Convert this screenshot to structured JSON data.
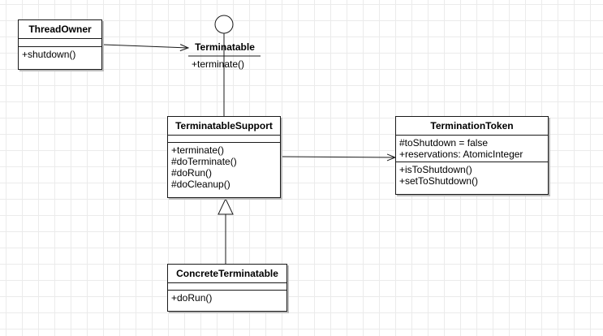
{
  "classes": {
    "thread_owner": {
      "name": "ThreadOwner",
      "operations": [
        "+shutdown()"
      ]
    },
    "terminatable": {
      "stereotype": "interface",
      "name": "Terminatable",
      "operations": [
        "+terminate()"
      ]
    },
    "terminatable_support": {
      "name": "TerminatableSupport",
      "operations": [
        "+terminate()",
        "#doTerminate()",
        "#doRun()",
        "#doCleanup()"
      ]
    },
    "termination_token": {
      "name": "TerminationToken",
      "attributes": [
        "#toShutdown = false",
        "+reservations: AtomicInteger"
      ],
      "operations": [
        "+isToShutdown()",
        "+setToShutdown()"
      ]
    },
    "concrete_terminatable": {
      "name": "ConcreteTerminatable",
      "operations": [
        "+doRun()"
      ]
    }
  },
  "relations": [
    {
      "from": "ThreadOwner",
      "to": "Terminatable",
      "kind": "association"
    },
    {
      "from": "TerminatableSupport",
      "to": "Terminatable",
      "kind": "realization"
    },
    {
      "from": "TerminatableSupport",
      "to": "TerminationToken",
      "kind": "association"
    },
    {
      "from": "ConcreteTerminatable",
      "to": "TerminatableSupport",
      "kind": "generalization"
    }
  ]
}
